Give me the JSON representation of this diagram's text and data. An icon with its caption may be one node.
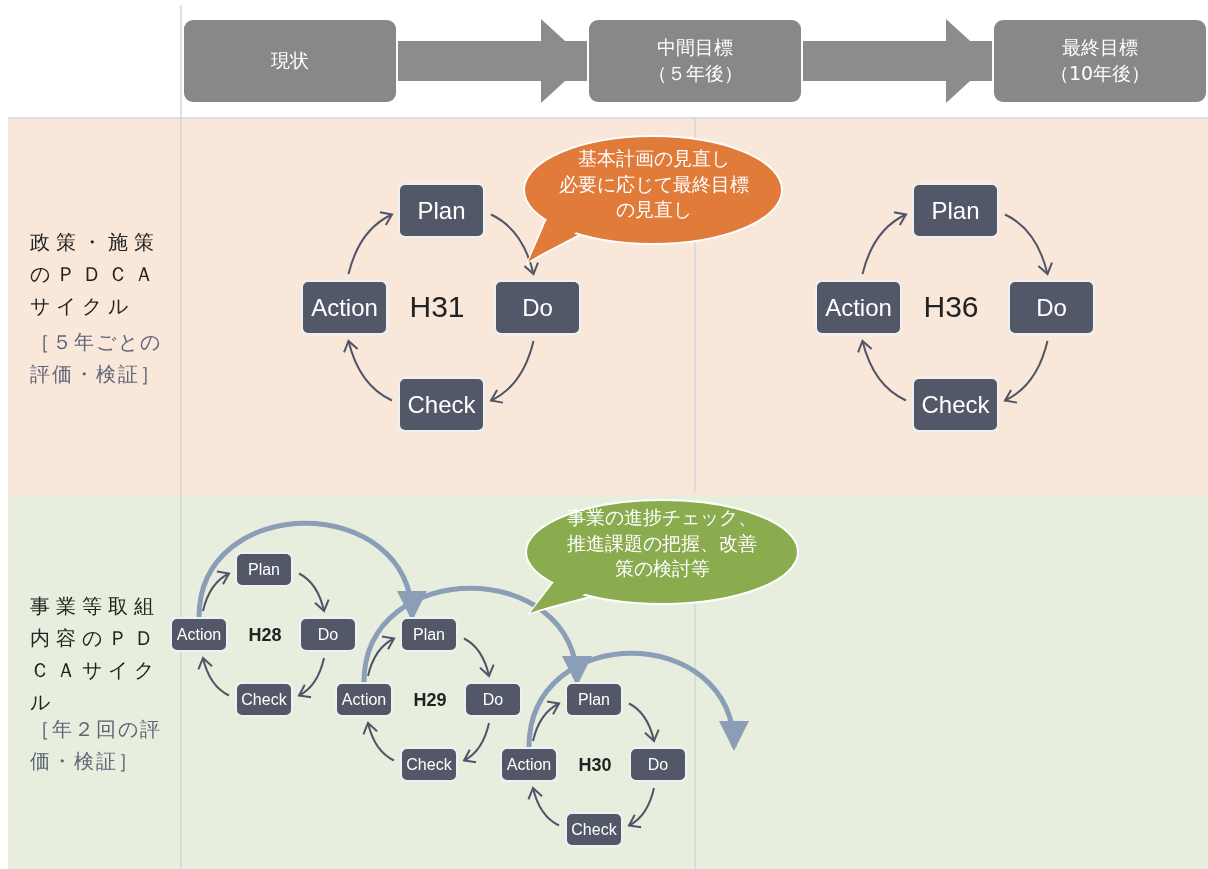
{
  "diagram": {
    "nodes": [
      {
        "text": [
          "現状"
        ]
      },
      {
        "text": [
          "中間目標（５年後）"
        ]
      },
      {
        "text": [
          "最終目標（10年後）"
        ]
      },
      {
        "text": [
          "政策・施策のＰＤＣＡサイクル",
          "［５年ごとの評価・検証］"
        ]
      },
      {
        "text": [
          "基本計画の見直し",
          "必要に応じて最終目標の見直し"
        ],
        "in": 3
      },
      {
        "text": [
          "Plan"
        ],
        "in": 3
      },
      {
        "text": [
          "Action"
        ],
        "in": 3
      },
      {
        "text": [
          "Do"
        ],
        "in": 3
      },
      {
        "text": [
          "Check"
        ],
        "in": 3
      },
      {
        "text": [
          "Plan"
        ],
        "in": 3
      },
      {
        "text": [
          "Action"
        ],
        "in": 3
      },
      {
        "text": [
          "Do"
        ],
        "in": 3
      },
      {
        "text": [
          "Check"
        ],
        "in": 3
      },
      {
        "text": [
          "事業等取組内容のＰＤＣＡサイクル",
          "［年２回の評価・検証］"
        ]
      },
      {
        "text": [
          "事業の進捗チェック、推進課題の把握、改善策の検討等"
        ],
        "in": 13
      },
      {
        "text": [
          "Plan"
        ],
        "in": 13
      },
      {
        "text": [
          "Action"
        ],
        "in": 13
      },
      {
        "text": [
          "Do"
        ],
        "in": 13
      },
      {
        "text": [
          "Check"
        ],
        "in": 13
      },
      {
        "text": [
          "Plan"
        ],
        "in": 13
      },
      {
        "text": [
          "Action"
        ],
        "in": 13
      },
      {
        "text": [
          "Do"
        ],
        "in": 13
      },
      {
        "text": [
          "Check"
        ],
        "in": 13
      },
      {
        "text": [
          "Plan"
        ],
        "in": 13
      },
      {
        "text": [
          "Action"
        ],
        "in": 13
      },
      {
        "text": [
          "Do"
        ],
        "in": 13
      },
      {
        "text": [
          "Check"
        ],
        "in": 13
      }
    ],
    "edges": [
      {
        "from": 0,
        "to": 1,
        "arrow": "to",
        "style": "thick",
        "color": "#8c8c8c"
      },
      {
        "from": 1,
        "to": 2,
        "arrow": "to",
        "style": "thick",
        "color": "#8c8c8c"
      },
      {
        "from": 5,
        "to": 7,
        "arrow": "to"
      },
      {
        "from": 7,
        "to": 8,
        "arrow": "to"
      },
      {
        "from": 8,
        "to": 6,
        "arrow": "to"
      },
      {
        "from": 6,
        "to": 5,
        "arrow": "to"
      },
      {
        "from": 9,
        "to": 11,
        "arrow": "to"
      },
      {
        "from": 11,
        "to": 12,
        "arrow": "to"
      },
      {
        "from": 12,
        "to": 10,
        "arrow": "to"
      },
      {
        "from": 10,
        "to": 9,
        "arrow": "to"
      },
      {
        "from": 15,
        "to": 17,
        "arrow": "to"
      },
      {
        "from": 17,
        "to": 18,
        "arrow": "to"
      },
      {
        "from": 18,
        "to": 16,
        "arrow": "to"
      },
      {
        "from": 16,
        "to": 15,
        "arrow": "to"
      },
      {
        "from": 19,
        "to": 21,
        "arrow": "to"
      },
      {
        "from": 21,
        "to": 22,
        "arrow": "to"
      },
      {
        "from": 22,
        "to": 20,
        "arrow": "to"
      },
      {
        "from": 20,
        "to": 19,
        "arrow": "to"
      },
      {
        "from": 23,
        "to": 25,
        "arrow": "to"
      },
      {
        "from": 25,
        "to": 26,
        "arrow": "to"
      },
      {
        "from": 26,
        "to": 24,
        "arrow": "to"
      },
      {
        "from": 24,
        "to": 23,
        "arrow": "to"
      },
      {
        "from": 16,
        "to": 19,
        "arrow": "to",
        "style": "thick",
        "color": "#8a9eb8"
      },
      {
        "from": 20,
        "to": 23,
        "arrow": "to",
        "style": "thick",
        "color": "#8a9eb8"
      },
      {
        "from": 24,
        "to": null,
        "arrow": "to",
        "style": "thick",
        "color": "#8a9eb8"
      }
    ],
    "labels": [
      "H31",
      "H36",
      "H28",
      "H29",
      "H30"
    ]
  }
}
